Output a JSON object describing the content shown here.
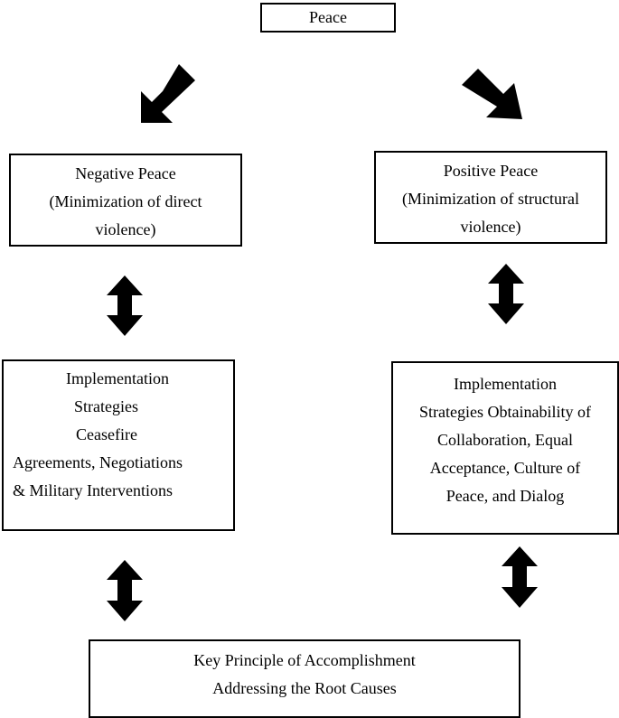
{
  "peace": {
    "title": "Peace"
  },
  "negative_peace": {
    "lines": [
      "Negative Peace",
      "(Minimization of direct",
      "violence)"
    ]
  },
  "positive_peace": {
    "lines": [
      "Positive Peace",
      "(Minimization of structural",
      "violence)"
    ]
  },
  "implementation_negative": {
    "lines": [
      "Implementation",
      "Strategies",
      "Ceasefire",
      "Agreements, Negotiations",
      "& Military Interventions"
    ]
  },
  "implementation_positive": {
    "lines": [
      "Implementation",
      "Strategies Obtainability of",
      "Collaboration, Equal",
      "Acceptance, Culture of",
      "Peace, and Dialog"
    ]
  },
  "key_principle": {
    "lines": [
      "Key Principle of Accomplishment",
      "Addressing the Root Causes"
    ]
  }
}
